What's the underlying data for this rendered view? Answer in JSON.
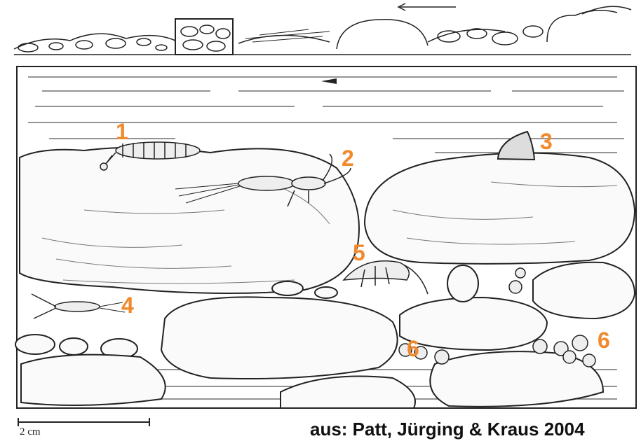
{
  "colors": {
    "label": "#F08A2C",
    "ink": "#222222",
    "paper": "#ffffff"
  },
  "labels": {
    "n1": "1",
    "n2": "2",
    "n3": "3",
    "n4": "4",
    "n5": "5",
    "n6a": "6",
    "n6b": "6"
  },
  "scale_bar": {
    "text": "2 cm"
  },
  "caption": "aus: Patt, Jürging & Kraus 2004"
}
